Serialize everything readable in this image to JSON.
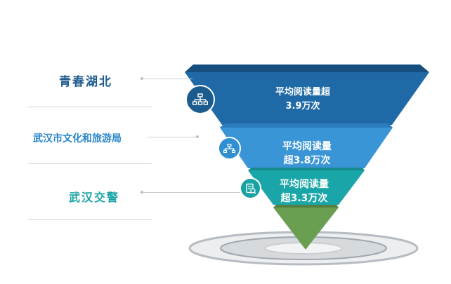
{
  "labels": {
    "item1": "青春湖北",
    "item2": "武汉市文化和旅游局",
    "item3": "武汉交警"
  },
  "tiers": {
    "tier1_line1": "平均阅读量超",
    "tier1_line2": "3.9万次",
    "tier2_line1": "平均阅读量",
    "tier2_line2": "超3.8万次",
    "tier3_line1": "平均阅读量",
    "tier3_line2": "超3.3万次"
  },
  "icons": {
    "tier1": "org-chart-icon",
    "tier2": "hierarchy-icon",
    "tier3": "document-check-icon"
  },
  "colors": {
    "tier1": "#1f6aa6",
    "tier2": "#3a95d6",
    "tier3": "#1aa6a8",
    "tip": "#6a9f51"
  }
}
